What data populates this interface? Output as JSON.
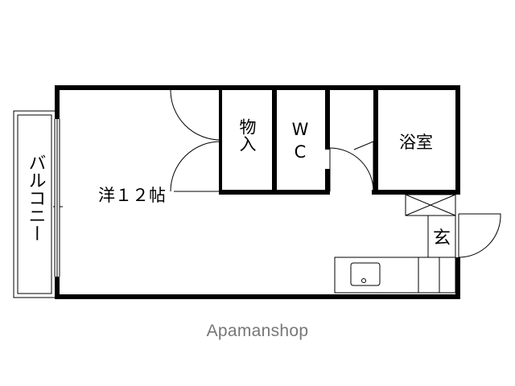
{
  "rooms": {
    "balcony": "バルコニー",
    "western_room": "洋１２帖",
    "storage": "物入",
    "wc_top": "W",
    "wc_bottom": "C",
    "bathroom": "浴室",
    "entrance": "玄"
  },
  "brand": "Apamanshop"
}
